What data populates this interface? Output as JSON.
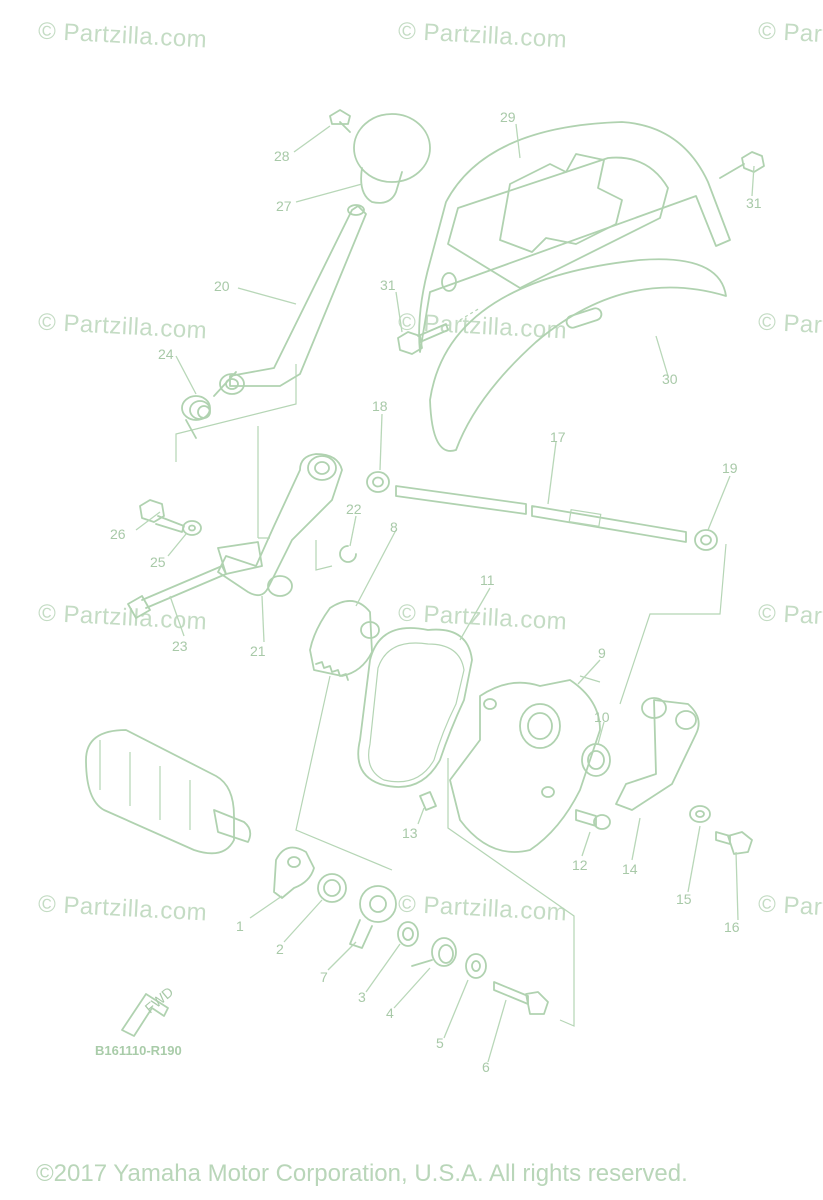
{
  "watermark": "© Partzilla.com",
  "diagram_code": "B161110-R190",
  "copyright": "©2017 Yamaha Motor Corporation, U.S.A. All rights reserved.",
  "fwd_label": "FWD",
  "part_numbers": {
    "p1": "1",
    "p2": "2",
    "p3": "3",
    "p4": "4",
    "p5": "5",
    "p6": "6",
    "p7": "7",
    "p8": "8",
    "p9": "9",
    "p10": "10",
    "p11": "11",
    "p12": "12",
    "p13": "13",
    "p14": "14",
    "p15": "15",
    "p16": "16",
    "p17": "17",
    "p18": "18",
    "p19": "19",
    "p20": "20",
    "p21": "21",
    "p22": "22",
    "p23": "23",
    "p24": "24",
    "p25": "25",
    "p26": "26",
    "p27": "27",
    "p28": "28",
    "p29": "29",
    "p30": "30",
    "p31a": "31",
    "p31b": "31"
  },
  "colors": {
    "line": "#b0d2b0",
    "label": "#a8c9a8",
    "watermark": "#c4dcc4",
    "background": "#ffffff"
  }
}
